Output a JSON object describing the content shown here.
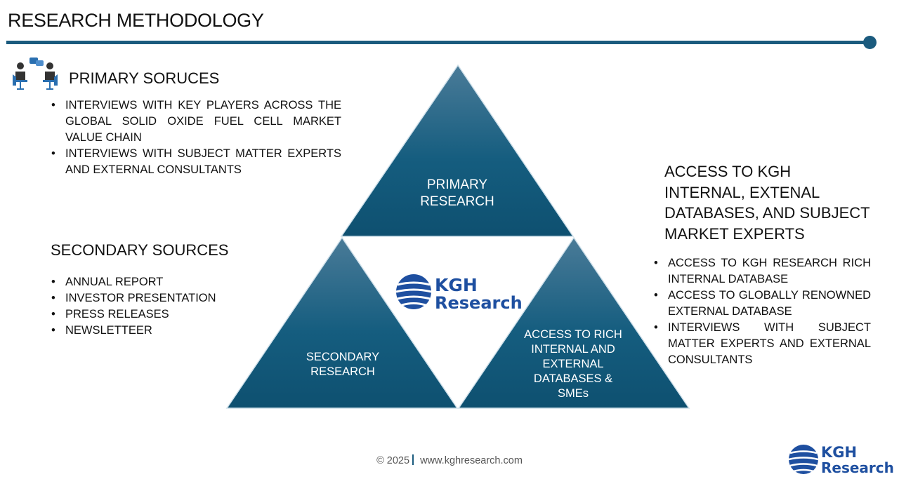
{
  "title": "RESEARCH METHODOLOGY",
  "primary": {
    "heading": "PRIMARY SORUCES",
    "icon": "meeting-people-icon",
    "items": [
      "INTERVIEWS WITH KEY PLAYERS ACROSS THE GLOBAL SOLID OXIDE FUEL CELL MARKET VALUE CHAIN",
      "INTERVIEWS WITH SUBJECT MATTER EXPERTS AND EXTERNAL CONSULTANTS"
    ]
  },
  "secondary": {
    "heading": "SECONDARY SOURCES",
    "items": [
      "ANNUAL REPORT",
      "INVESTOR PRESENTATION",
      "PRESS RELEASES",
      "NEWSLETTEER"
    ]
  },
  "access": {
    "heading_lines": [
      "ACCESS TO KGH",
      "INTERNAL, EXTENAL",
      "DATABASES, AND SUBJECT",
      "MARKET EXPERTS"
    ],
    "items": [
      "ACCESS TO KGH RESEARCH RICH INTERNAL DATABASE",
      "ACCESS TO GLOBALLY RENOWNED EXTERNAL DATABASE",
      "INTERVIEWS WITH SUBJECT MATTER EXPERTS AND EXTERNAL CONSULTANTS"
    ]
  },
  "pyramid": {
    "top_label": [
      "PRIMARY",
      "RESEARCH"
    ],
    "left_label": [
      "SECONDARY",
      "RESEARCH"
    ],
    "right_label": [
      "ACCESS TO RICH",
      "INTERNAL AND",
      "EXTERNAL",
      "DATABASES &",
      "SMEs"
    ]
  },
  "logo": {
    "line1": "KGH",
    "line2": "Research"
  },
  "footer": {
    "copyright": "© 2025",
    "url": "www.kghresearch.com"
  },
  "colors": {
    "accent": "#1b5b7e",
    "triangle_dark": "#0f5474",
    "triangle_light": "#4a7b98",
    "logo": "#1e4fa0"
  }
}
